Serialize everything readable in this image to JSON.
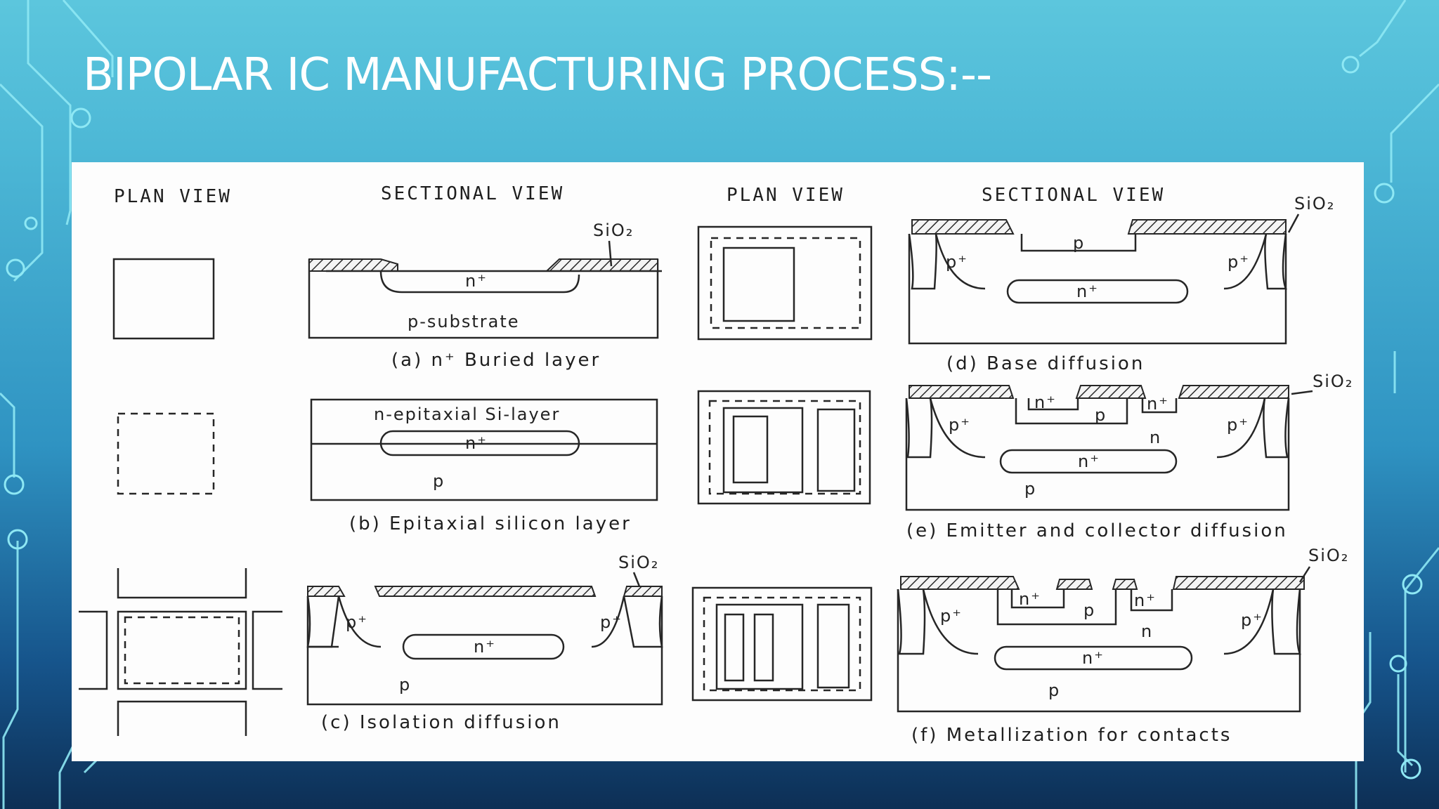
{
  "slide": {
    "title": "BIPOLAR IC MANUFACTURING PROCESS:--"
  },
  "figure": {
    "headers": {
      "plan_view_left": "PLAN VIEW",
      "sectional_view_left": "SECTIONAL VIEW",
      "plan_view_right": "PLAN VIEW",
      "sectional_view_right": "SECTIONAL VIEW"
    },
    "captions": {
      "a": "(a) n⁺ Buried layer",
      "b": "(b) Epitaxial silicon layer",
      "c": "(c) Isolation diffusion",
      "d": "(d) Base diffusion",
      "e": "(e) Emitter and collector diffusion",
      "f": "(f) Metallization for contacts"
    },
    "labels": {
      "sio2": "SiO₂",
      "n_plus": "n⁺",
      "p_plus": "p⁺",
      "p": "p",
      "n": "n",
      "p_substrate": "p-substrate",
      "n_epi": "n-epitaxial Si-layer"
    }
  }
}
